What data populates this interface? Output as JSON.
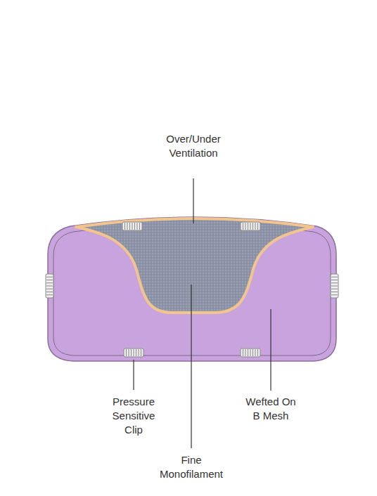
{
  "diagram": {
    "labels": [
      "Over/Under Ventilation",
      "Pressure Sensitive Clip",
      "Wefted On B Mesh",
      "Fine Monofilament"
    ]
  }
}
